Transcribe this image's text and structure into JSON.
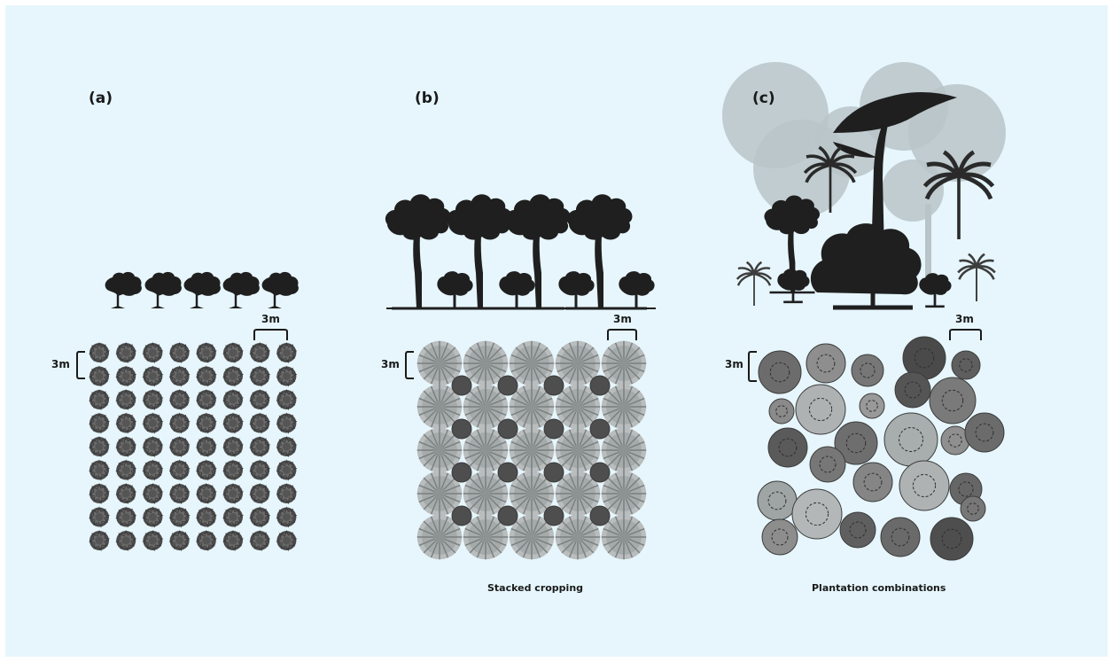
{
  "panels": [
    {
      "label": "(a)",
      "dim_top": "3m",
      "dim_side": "3m",
      "caption": ""
    },
    {
      "label": "(b)",
      "dim_top": "3m",
      "dim_side": "3m",
      "caption": "Stacked cropping"
    },
    {
      "label": "(c)",
      "dim_top": "3m",
      "dim_side": "3m",
      "caption": "Plantation combinations"
    }
  ],
  "colors": {
    "background": "#e6f6fc",
    "silhouette": "#1f1f1f",
    "foliage_dark": "#5a5a5a",
    "foliage_light": "#9a9a9a",
    "bg_trees": "#b8c4c8"
  }
}
